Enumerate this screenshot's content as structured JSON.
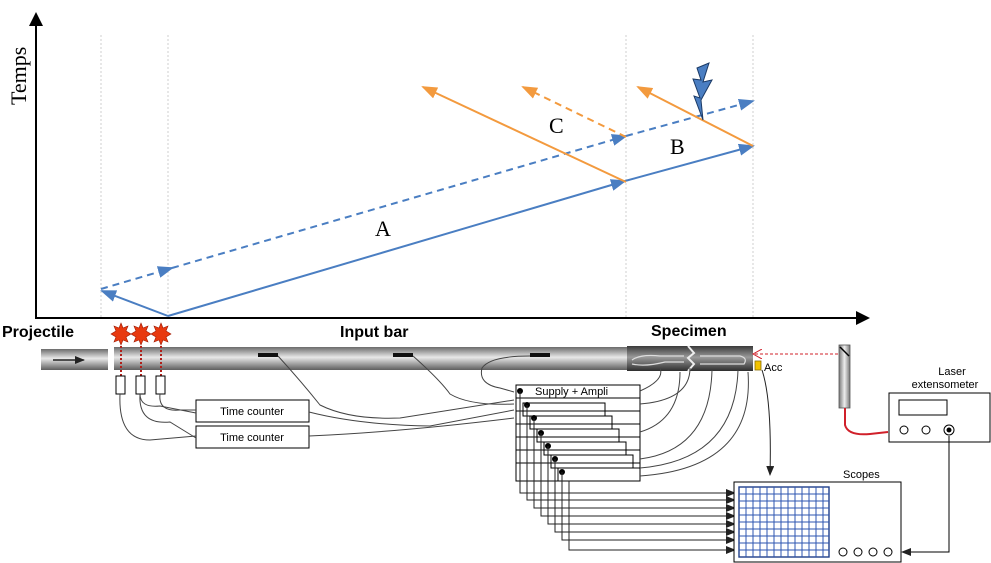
{
  "axis": {
    "y_label": "Temps"
  },
  "waves": {
    "label_a": "A",
    "label_b": "B",
    "label_c": "C",
    "incident_color": "#4a7ec2",
    "reflected_color": "#f39a3e"
  },
  "setup": {
    "projectile_label": "Projectile",
    "input_bar_label": "Input bar",
    "specimen_label": "Specimen",
    "acc_label": "Acc",
    "supply_label": "Supply + Ampli",
    "time_counter_1": "Time counter",
    "time_counter_2": "Time counter",
    "scopes_label": "Scopes",
    "laser_label_line1": "Laser",
    "laser_label_line2": "extensometer",
    "sensor_color": "#f2c200",
    "spark_color": "#e83a10",
    "laser_cable_color": "#d0202a"
  }
}
